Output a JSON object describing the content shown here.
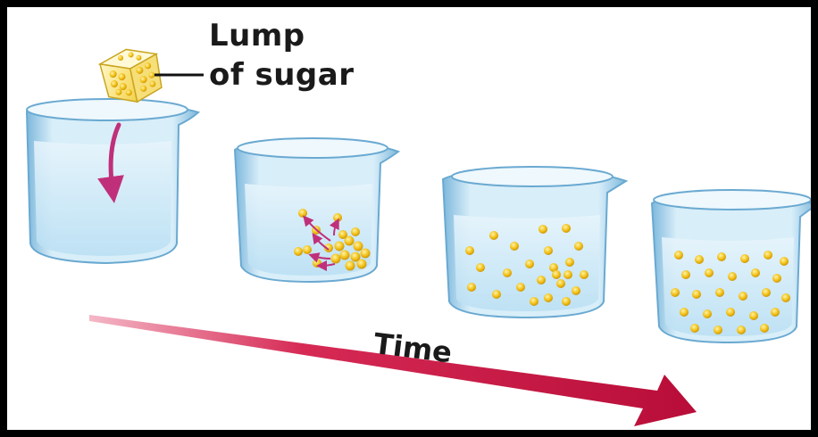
{
  "labels": {
    "lump_line1": "Lump",
    "lump_line2": "of sugar",
    "time": "Time"
  },
  "stages": [
    {
      "name": "lump-dropped"
    },
    {
      "name": "dissolving"
    },
    {
      "name": "spreading"
    },
    {
      "name": "uniform"
    }
  ],
  "colors": {
    "frame": "#000000",
    "glass": "#9ccbe8",
    "liquid": "#d6ecf8",
    "sugar": "#f2c21b",
    "arrow": "#c8123f",
    "motion_arrow": "#c0307a"
  },
  "icons": [
    "sugar-cube-icon",
    "beaker-icon",
    "time-arrow-icon"
  ]
}
